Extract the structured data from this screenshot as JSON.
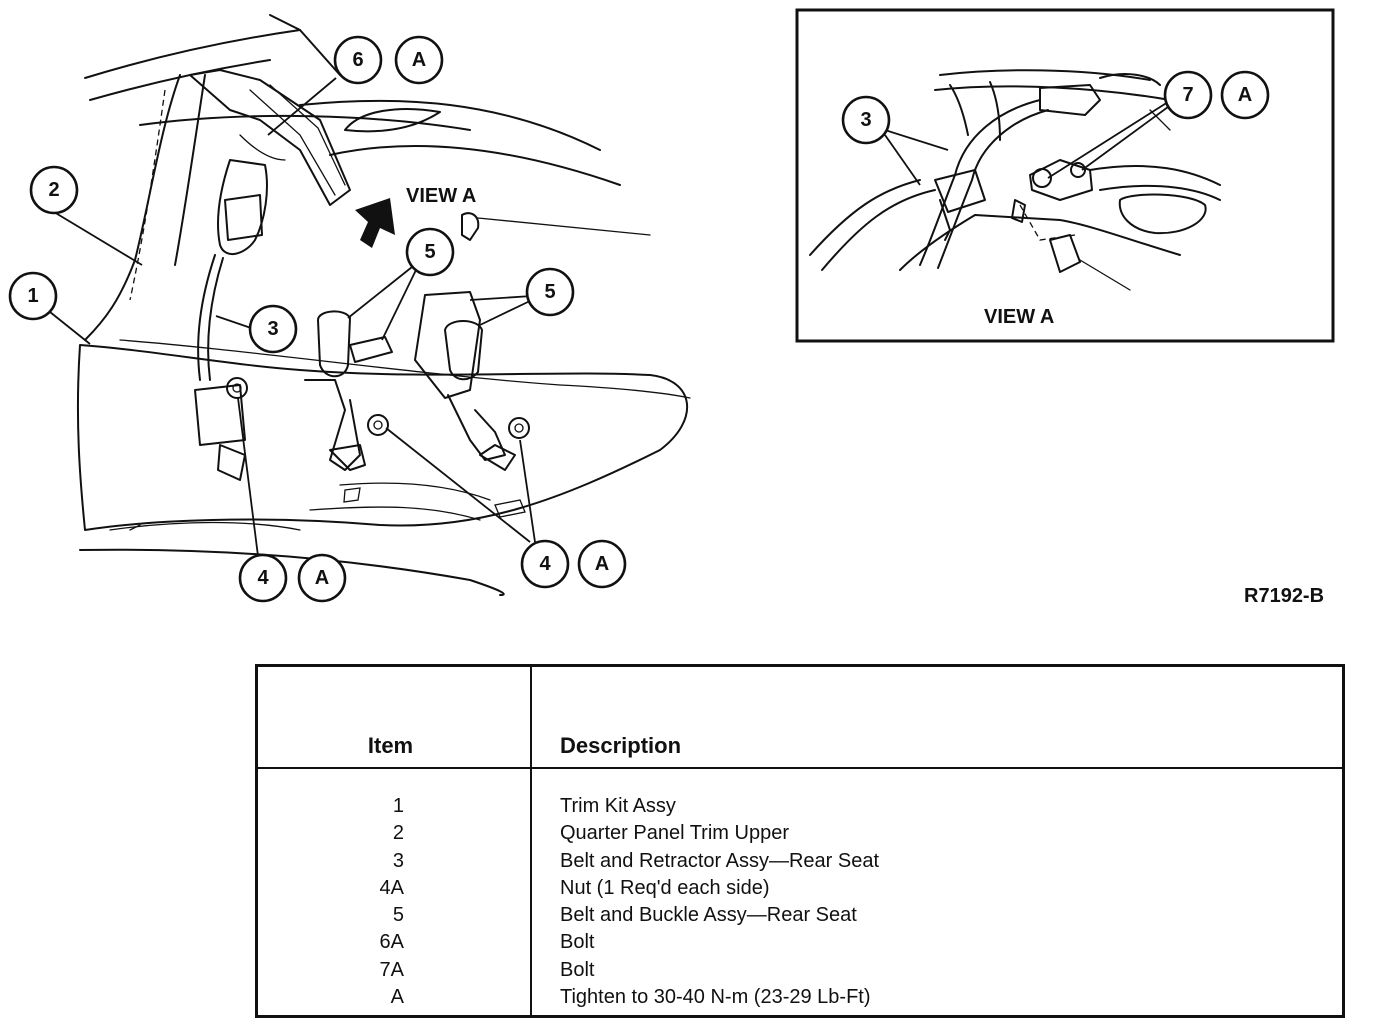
{
  "figure_code": "R7192-B",
  "view_a_main_label": "VIEW A",
  "view_a_inset_label": "VIEW A",
  "callouts": {
    "c1": "1",
    "c2": "2",
    "c3": "3",
    "c3_inset": "3",
    "c4_left": "4",
    "c4_left_a": "A",
    "c4_right": "4",
    "c4_right_a": "A",
    "c5_left": "5",
    "c5_right": "5",
    "c6": "6",
    "c6_a": "A",
    "c7": "7",
    "c7_a": "A"
  },
  "legend": {
    "header_item": "Item",
    "header_description": "Description",
    "rows": [
      {
        "item": "1",
        "description": "Trim Kit Assy"
      },
      {
        "item": "2",
        "description": "Quarter Panel Trim Upper"
      },
      {
        "item": "3",
        "description": "Belt and Retractor Assy—Rear Seat"
      },
      {
        "item": "4A",
        "description": "Nut (1 Req'd each side)"
      },
      {
        "item": "5",
        "description": "Belt and Buckle Assy—Rear Seat"
      },
      {
        "item": "6A",
        "description": "Bolt"
      },
      {
        "item": "7A",
        "description": "Bolt"
      },
      {
        "item": "A",
        "description": "Tighten to 30-40 N-m (23-29 Lb-Ft)"
      }
    ]
  }
}
